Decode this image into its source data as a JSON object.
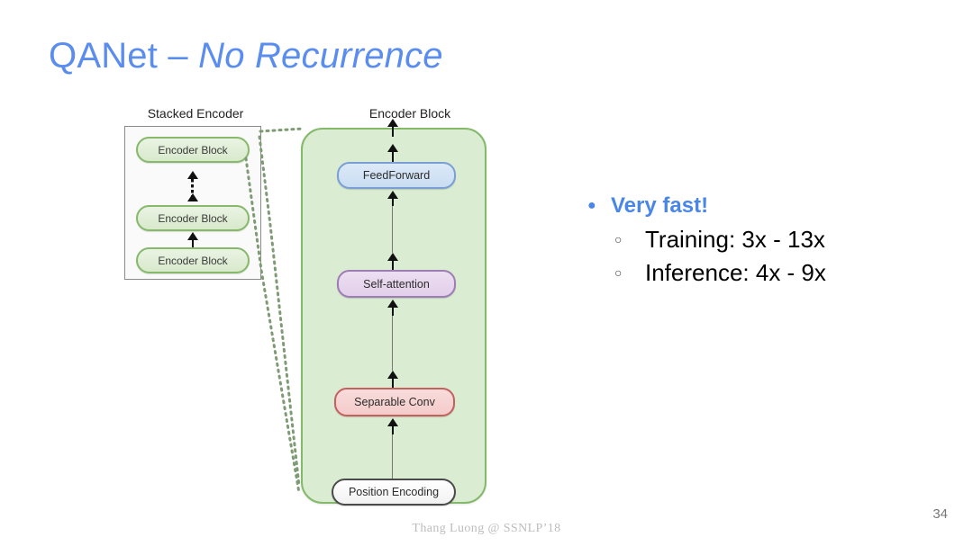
{
  "slide": {
    "title_plain": "QANet – ",
    "title_italic": "No Recurrence",
    "title_color": "#5b8def",
    "footer_credit": "Thang Luong  @ SSNLP’18",
    "page_number": "34"
  },
  "figure": {
    "stacked_encoder": {
      "label": "Stacked Encoder",
      "panel_fill": "#fafafa",
      "panel_border": "#8a8a8a",
      "blocks": [
        {
          "label": "Encoder Block"
        },
        {
          "label": "Encoder Block"
        },
        {
          "label": "Encoder Block"
        }
      ],
      "connectors": [
        {
          "style": "dotted-arrow"
        },
        {
          "style": "solid-arrow"
        }
      ]
    },
    "encoder_block": {
      "label": "Encoder Block",
      "panel_fill": "#daecd2",
      "panel_border": "#84b96a",
      "layers": [
        {
          "name": "FeedForward",
          "fill": "#cfe0f4",
          "border": "#7b9fd4"
        },
        {
          "name": "Self-attention",
          "fill": "#e6d3ed",
          "border": "#9e7cb5"
        },
        {
          "name": "Separable Conv",
          "fill": "#f6d2d1",
          "border": "#c4615f"
        },
        {
          "name": "Position Encoding",
          "fill": "#ffffff",
          "border": "#4a4a4a"
        }
      ]
    },
    "zoom_connector": {
      "style": "dotted",
      "color": "#7e9b73"
    }
  },
  "bullets": {
    "items": [
      {
        "level": 1,
        "marker": "●",
        "text": "Very fast!",
        "color": "#4a86e8",
        "children": [
          {
            "level": 2,
            "marker": "○",
            "text": "Training: 3x - 13x",
            "color": "#000000"
          },
          {
            "level": 2,
            "marker": "○",
            "text": "Inference: 4x - 9x",
            "color": "#000000"
          }
        ]
      }
    ]
  }
}
